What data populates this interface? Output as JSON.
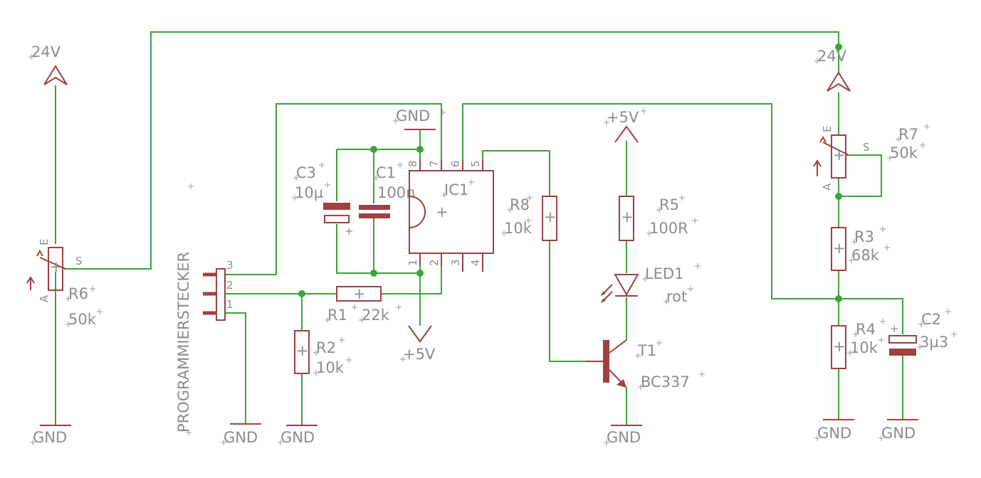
{
  "colors": {
    "wire": "#3aa43a",
    "part": "#a04040",
    "text": "#8c8c8c",
    "background": "#ffffff"
  },
  "supplies": {
    "v24_left": "24V",
    "v24_right": "24V",
    "v5_led": "+5V",
    "v5_ic": "+5V",
    "gnd_ic": "GND",
    "gnd_r6": "GND",
    "gnd_conn": "GND",
    "gnd_r2": "GND",
    "gnd_t1": "GND",
    "gnd_r4": "GND",
    "gnd_c2": "GND"
  },
  "parts": {
    "r6": {
      "name": "R6",
      "value": "50k",
      "pin_a": "A",
      "pin_e": "E",
      "pin_s": "S"
    },
    "r7": {
      "name": "R7",
      "value": "50k",
      "pin_a": "A",
      "pin_e": "E",
      "pin_s": "S"
    },
    "connector": {
      "name": "PROGRAMMIERSTECKER",
      "pin1": "1",
      "pin2": "2",
      "pin3": "3"
    },
    "r2": {
      "name": "R2",
      "value": "10k"
    },
    "r1": {
      "name": "R1",
      "value": "22k"
    },
    "c3": {
      "name": "C3",
      "value": "10µ",
      "polarity": "+"
    },
    "c1": {
      "name": "C1",
      "value": "100n"
    },
    "ic1": {
      "name": "IC1",
      "pins": [
        "1",
        "2",
        "3",
        "4",
        "5",
        "6",
        "7",
        "8"
      ]
    },
    "r8": {
      "name": "R8",
      "value": "10k"
    },
    "r5": {
      "name": "R5",
      "value": "100R"
    },
    "led1": {
      "name": "LED1",
      "value": "rot"
    },
    "t1": {
      "name": "T1",
      "value": "BC337"
    },
    "r3": {
      "name": "R3",
      "value": "68k"
    },
    "r4": {
      "name": "R4",
      "value": "10k"
    },
    "c2": {
      "name": "C2",
      "value": "3µ3",
      "polarity": "+"
    }
  }
}
